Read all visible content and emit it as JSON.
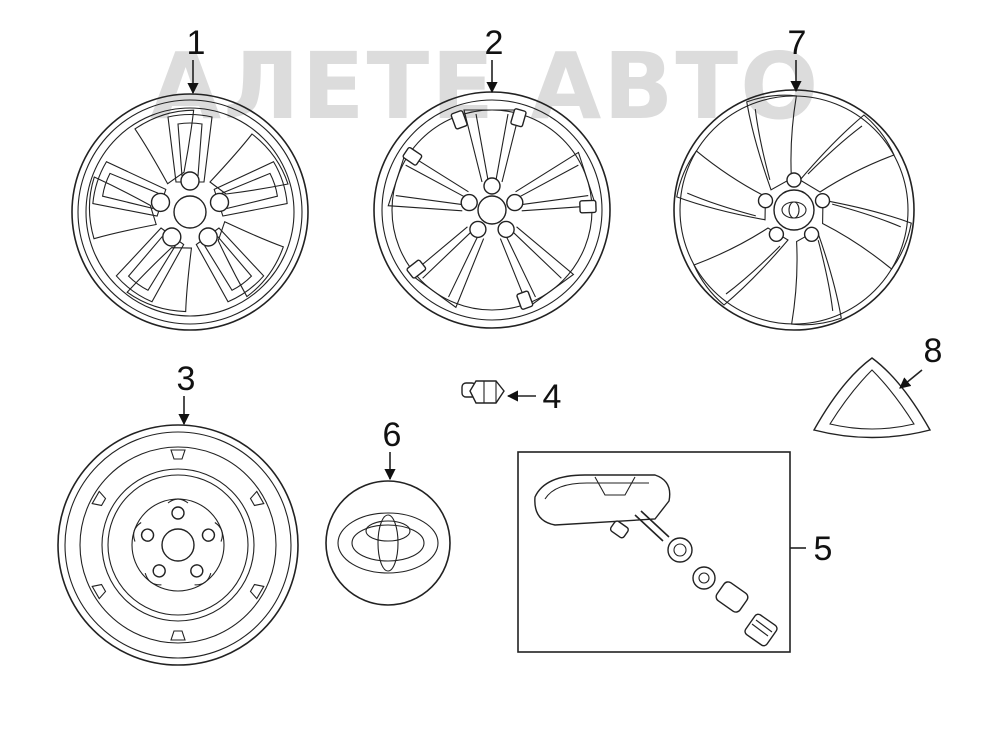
{
  "watermark": {
    "text": "АЛЕТЕ АВТО"
  },
  "callouts": [
    {
      "id": "1",
      "label": "1"
    },
    {
      "id": "2",
      "label": "2"
    },
    {
      "id": "3",
      "label": "3"
    },
    {
      "id": "4",
      "label": "4"
    },
    {
      "id": "5",
      "label": "5"
    },
    {
      "id": "6",
      "label": "6"
    },
    {
      "id": "7",
      "label": "7"
    },
    {
      "id": "8",
      "label": "8"
    }
  ],
  "parts": [
    {
      "id": "1",
      "icon": "alloy-wheel-double-spoke-icon"
    },
    {
      "id": "2",
      "icon": "alloy-wheel-five-spoke-icon"
    },
    {
      "id": "3",
      "icon": "steel-spare-wheel-icon"
    },
    {
      "id": "4",
      "icon": "wheel-lug-nut-icon"
    },
    {
      "id": "5",
      "icon": "tire-pressure-sensor-kit-icon"
    },
    {
      "id": "6",
      "icon": "center-cap-emblem-icon"
    },
    {
      "id": "7",
      "icon": "wheel-cover-hubcap-icon"
    },
    {
      "id": "8",
      "icon": "ornament-triangle-icon"
    }
  ]
}
